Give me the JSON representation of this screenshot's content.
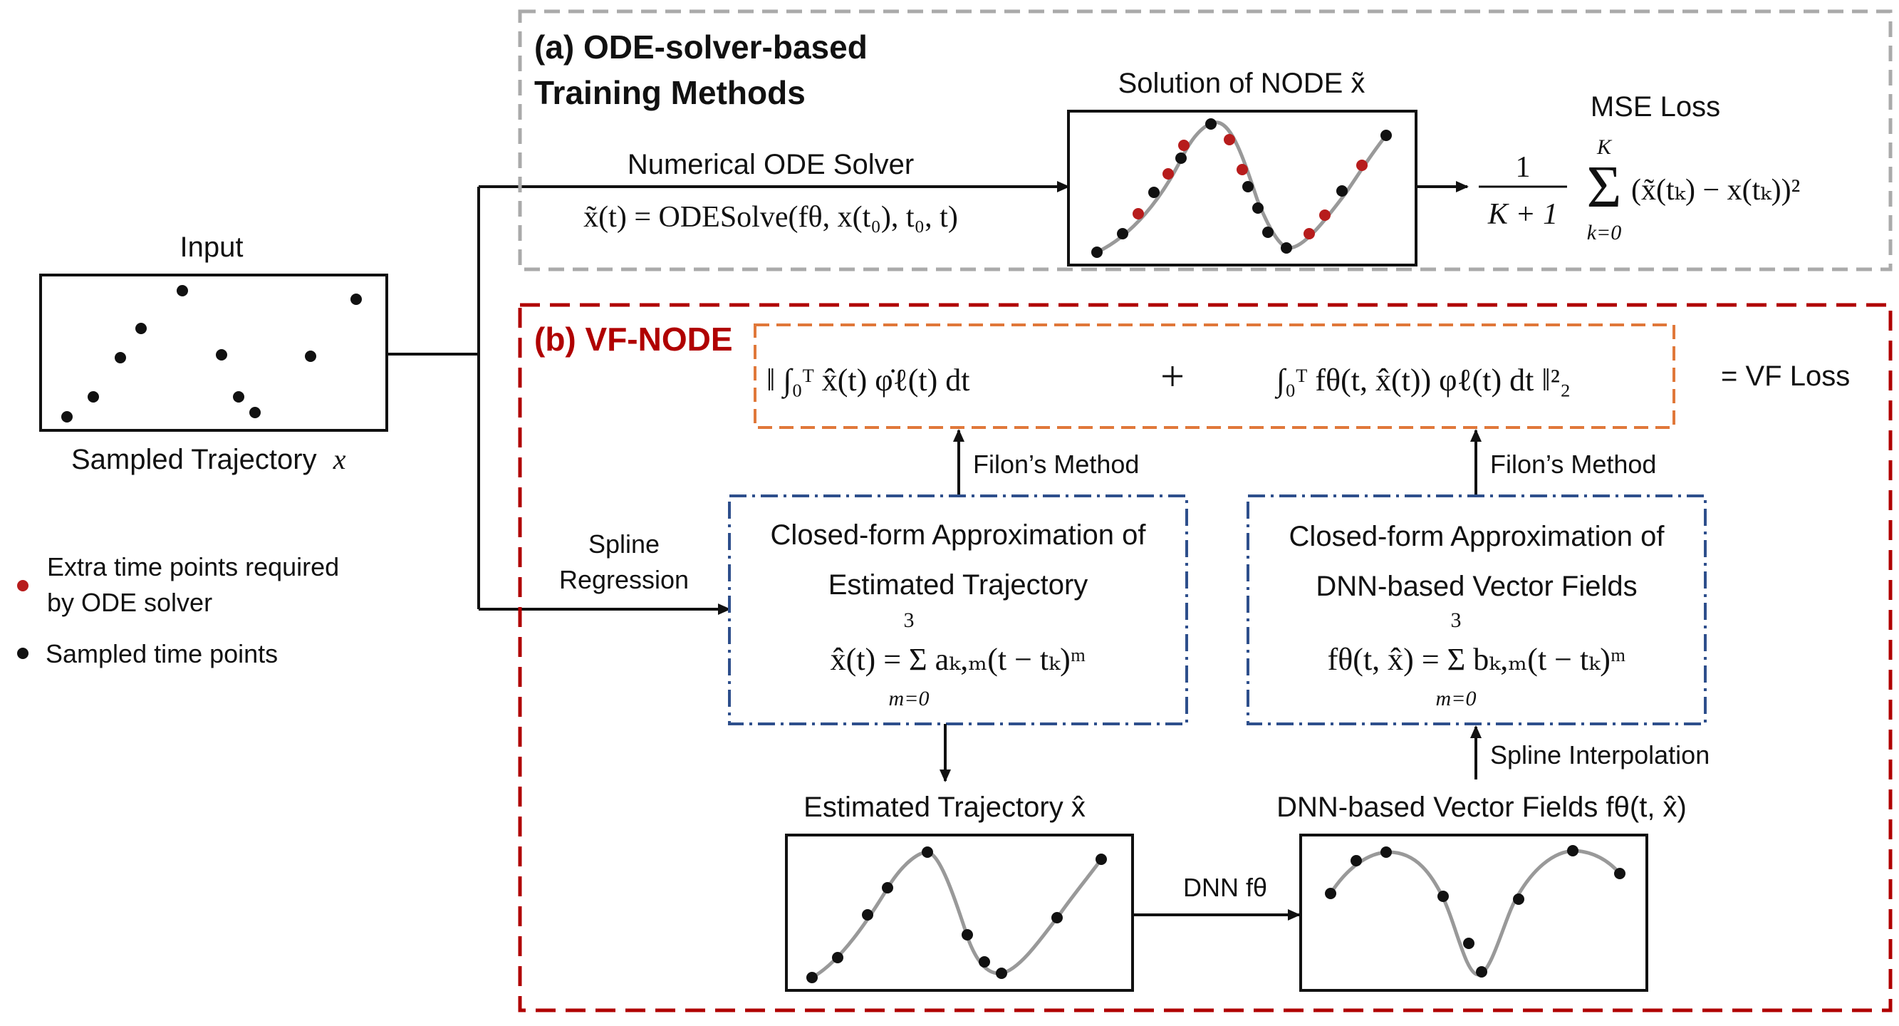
{
  "input": {
    "title": "Input",
    "caption": "Sampled Trajectory",
    "caption_var": "x"
  },
  "legend": {
    "extra_line1": "Extra time points required",
    "extra_line2": "by ODE solver",
    "sampled": "Sampled time points",
    "extra_color": "#b71c1c",
    "sampled_color": "#111111"
  },
  "panel_a": {
    "title_line1": "(a) ODE-solver-based",
    "title_line2": "Training Methods",
    "solver_label": "Numerical ODE Solver",
    "solver_eq": "x̃(t) = ODESolve(fθ, x(t₀), t₀, t)",
    "solution_label": "Solution of NODE x̃",
    "mse_label": "MSE Loss",
    "mse_eq_frac_num": "1",
    "mse_eq_frac_den": "K + 1",
    "mse_sum_top": "K",
    "mse_sum_bottom": "k=0",
    "mse_eq_body": "(x̃(tₖ) − x(tₖ))²",
    "border_color": "#aaaaaa"
  },
  "panel_b": {
    "title": "(b) VF-NODE",
    "vf_term1": "‖ ∫₀ᵀ x̂(t) φ̇ℓ(t) dt",
    "vf_plus": "+",
    "vf_term2": "∫₀ᵀ fθ(t, x̂(t)) φℓ(t) dt  ‖²₂",
    "vf_loss": "= VF Loss",
    "filon_left": "Filon’s Method",
    "filon_right": "Filon’s Method",
    "spline_regression_line1": "Spline",
    "spline_regression_line2": "Regression",
    "cf_left_line1": "Closed-form Approximation of",
    "cf_left_line2": "Estimated Trajectory",
    "cf_left_eq": "x̂(t) = Σ aₖ,ₘ(t − tₖ)ᵐ",
    "cf_right_line1": "Closed-form Approximation of",
    "cf_right_line2": "DNN-based Vector Fields",
    "cf_right_eq": "fθ(t, x̂) = Σ bₖ,ₘ(t − tₖ)ᵐ",
    "sum_top": "3",
    "sum_bottom": "m=0",
    "spline_interp": "Spline Interpolation",
    "est_traj_label": "Estimated Trajectory x̂",
    "dnn_vf_label": "DNN-based Vector Fields fθ(t, x̂)",
    "dnn_arrow": "DNN fθ",
    "border_color": "#b00000",
    "vf_box_color": "#e0783a",
    "cf_box_color": "#2e4f8c"
  }
}
